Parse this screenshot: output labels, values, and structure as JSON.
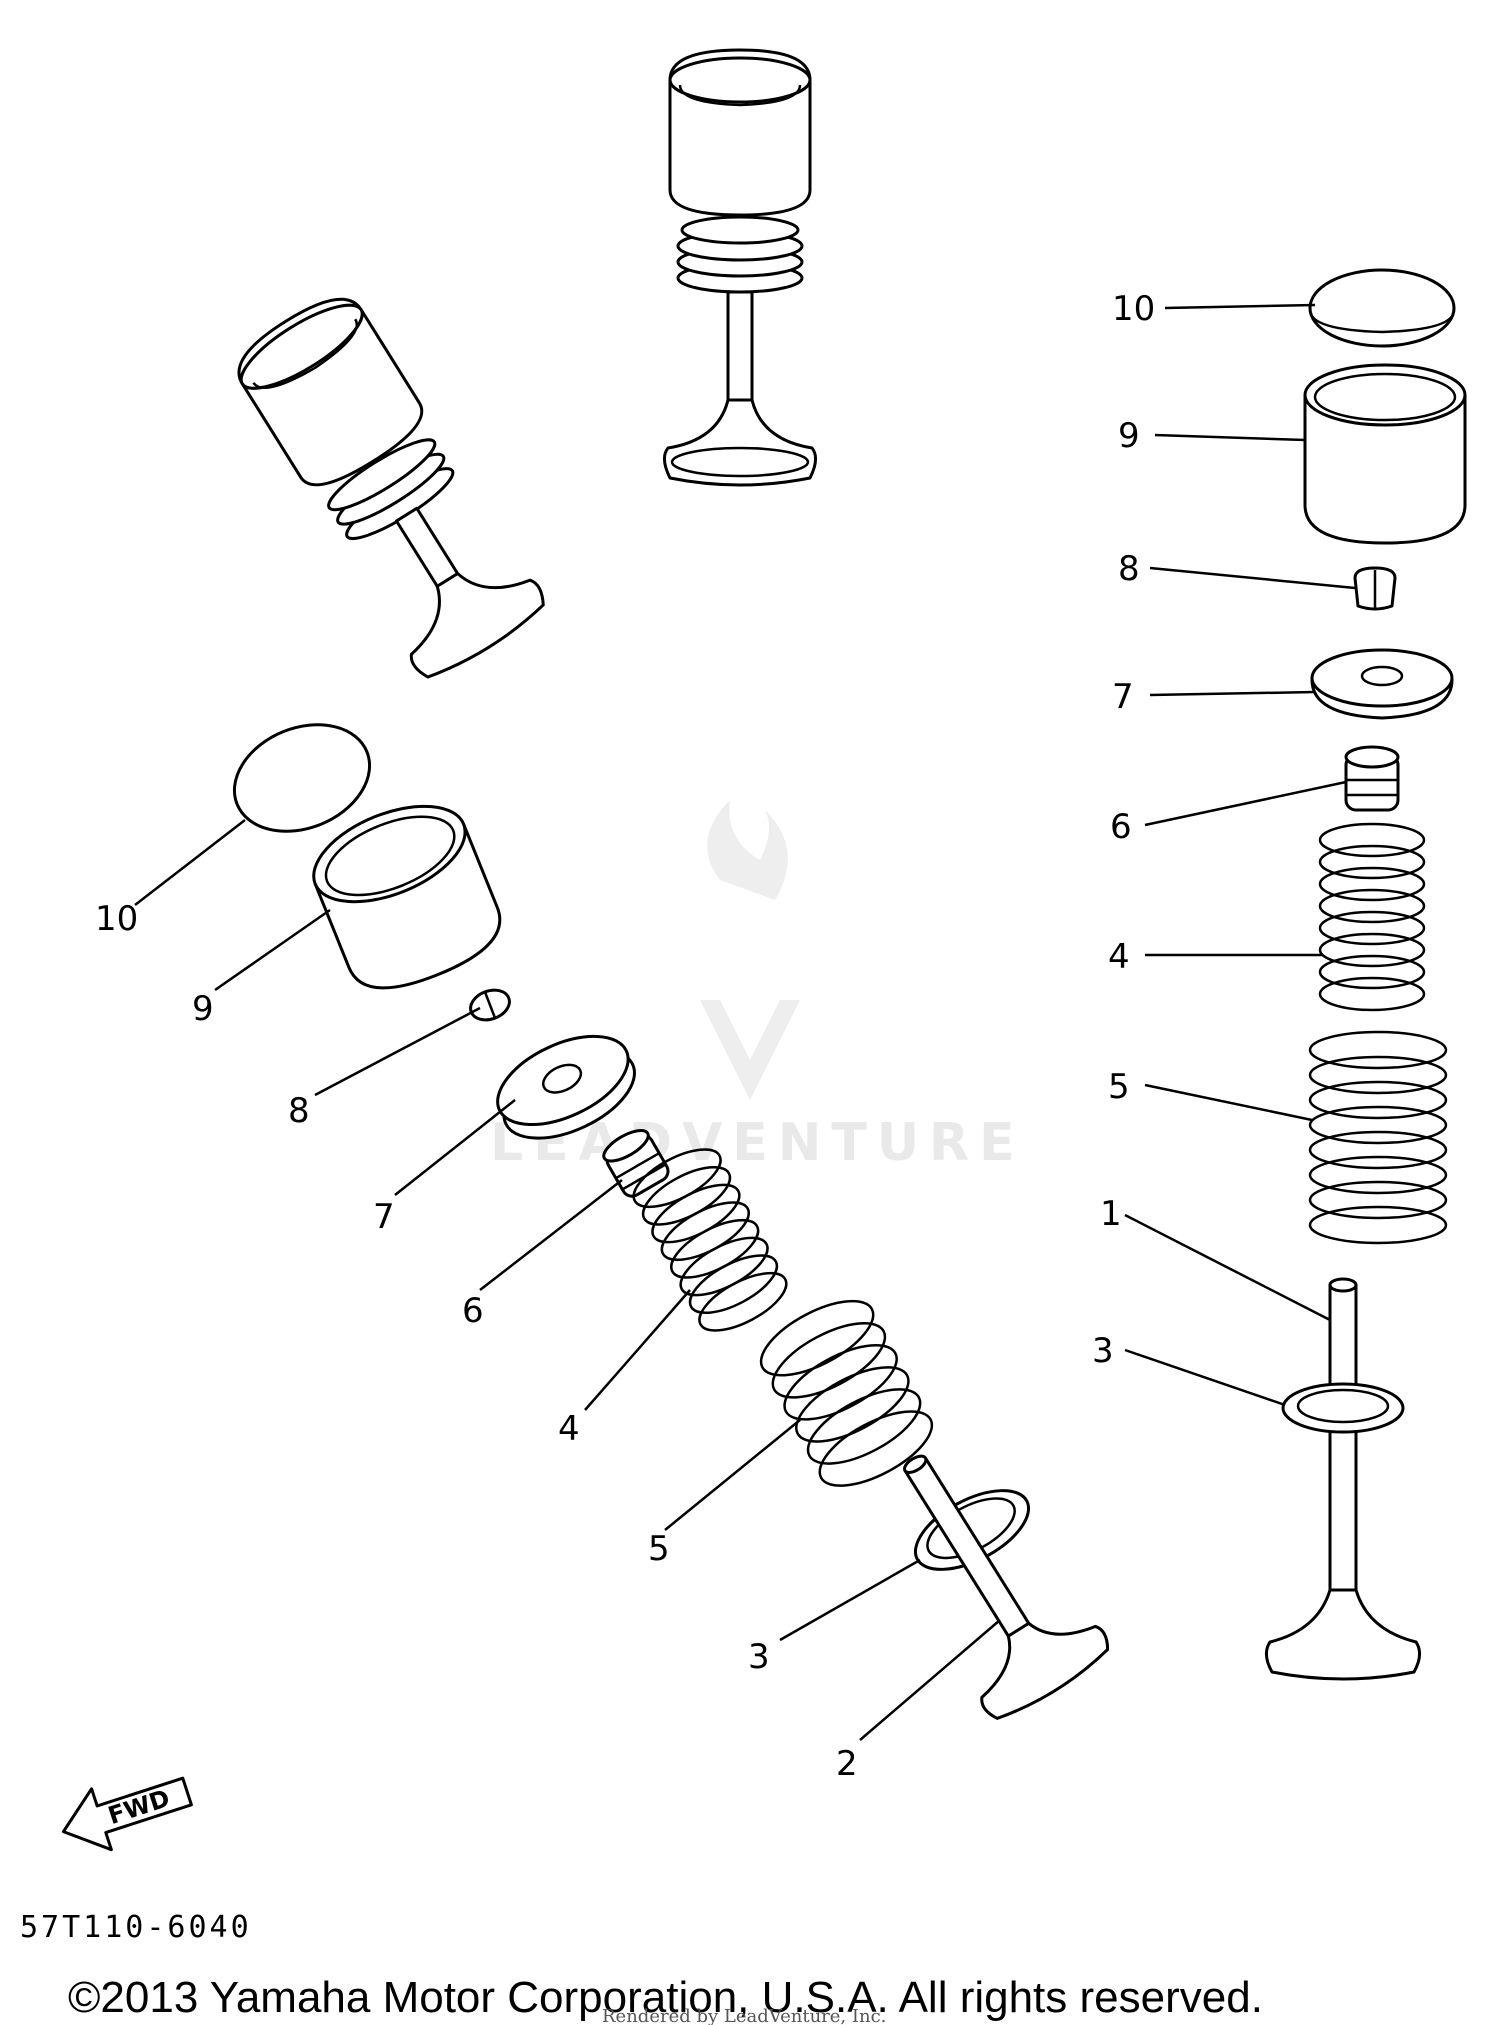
{
  "diagram": {
    "part_code": "57T110-6040",
    "copyright": "©2013 Yamaha Motor Corporation, U.S.A. All rights reserved.",
    "rendered_by": "Rendered by LeadVenture, Inc.",
    "watermark": "LEADVENTURE",
    "fwd_label": "FWD",
    "callouts_left": [
      "10",
      "9",
      "8",
      "7",
      "6",
      "4",
      "5",
      "3",
      "2"
    ],
    "callouts_right": [
      "10",
      "9",
      "8",
      "7",
      "6",
      "4",
      "5",
      "1",
      "3"
    ]
  }
}
